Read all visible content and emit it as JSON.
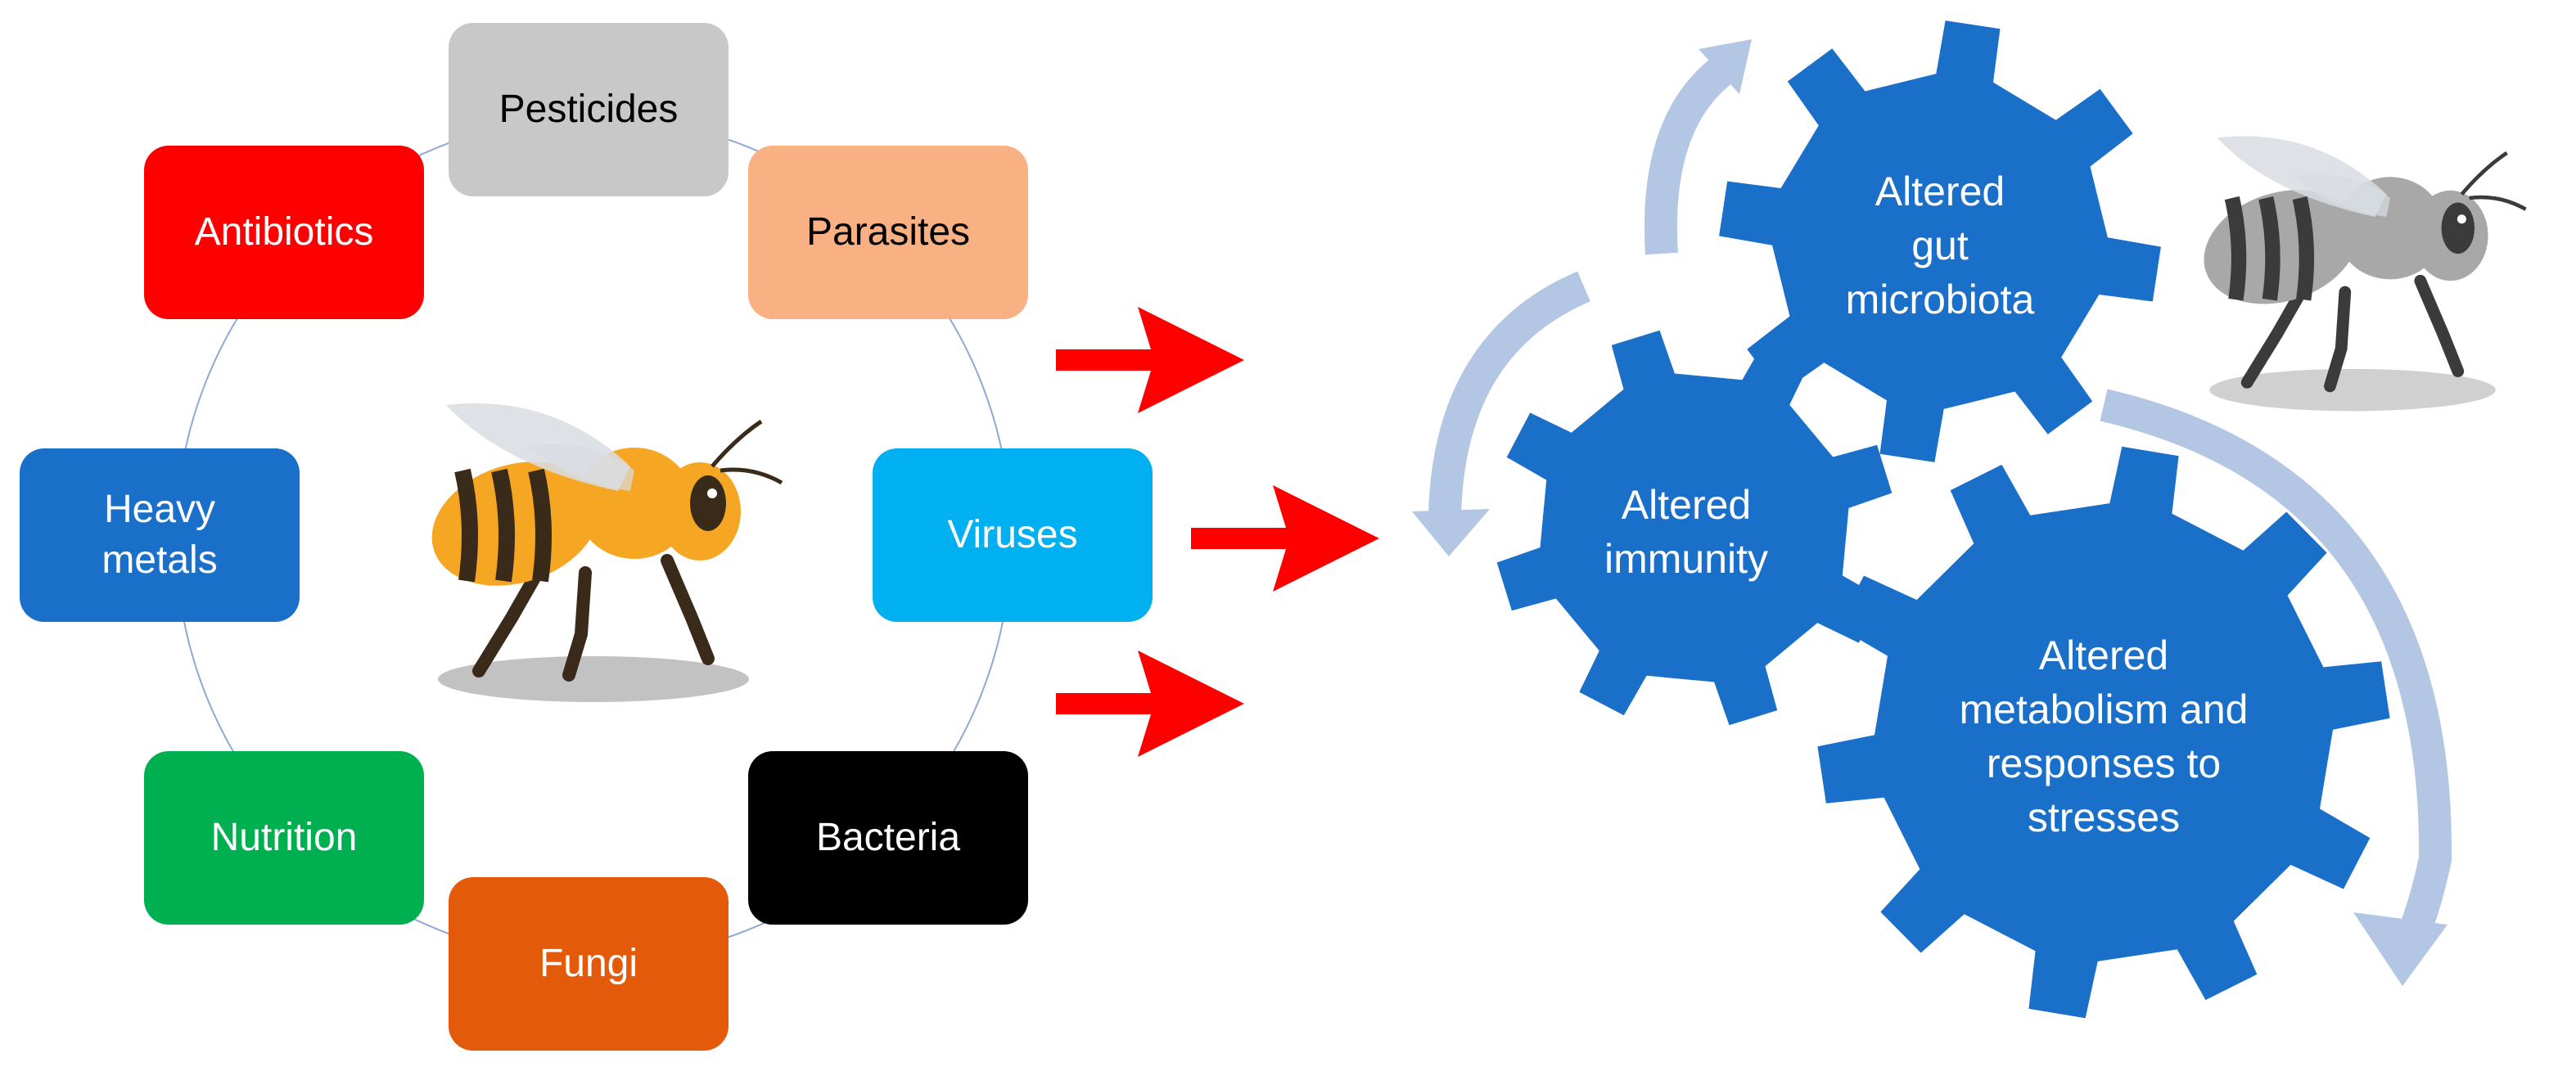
{
  "stressors": [
    {
      "label": "Pesticides",
      "fill": "#c8c8c8",
      "text_color": "#000000"
    },
    {
      "label": "Parasites",
      "fill": "#f9b184",
      "text_color": "#000000"
    },
    {
      "label": "Viruses",
      "fill": "#00b0f0",
      "text_color": "#ffffff"
    },
    {
      "label": "Bacteria",
      "fill": "#000000",
      "text_color": "#ffffff"
    },
    {
      "label": "Fungi",
      "fill": "#e35a0a",
      "text_color": "#ffffff"
    },
    {
      "label": "Nutrition",
      "fill": "#00b050",
      "text_color": "#ffffff"
    },
    {
      "label": "Heavy\nmetals",
      "fill": "#1a6fc9",
      "text_color": "#ffffff"
    },
    {
      "label": "Antibiotics",
      "fill": "#ff0000",
      "text_color": "#ffffff"
    }
  ],
  "effects": [
    {
      "label": "Altered\ngut\nmicrobiota"
    },
    {
      "label": "Altered\nimmunity"
    },
    {
      "label": "Altered\nmetabolism and\nresponses to\nstresses"
    }
  ],
  "colors": {
    "gear": "#1a6fc9",
    "cycle_arrow": "#b3c6e4",
    "arrow": "#ff0000",
    "ring": "#8fa8d6",
    "bee_healthy": "#f5a623",
    "bee_affected": "#a8a8a8"
  },
  "icons": {
    "bee_left": "honeybee-icon",
    "bee_right": "grey-honeybee-icon",
    "arrows": "red-arrow-icon",
    "cycle": "cycle-arrow-icon"
  }
}
